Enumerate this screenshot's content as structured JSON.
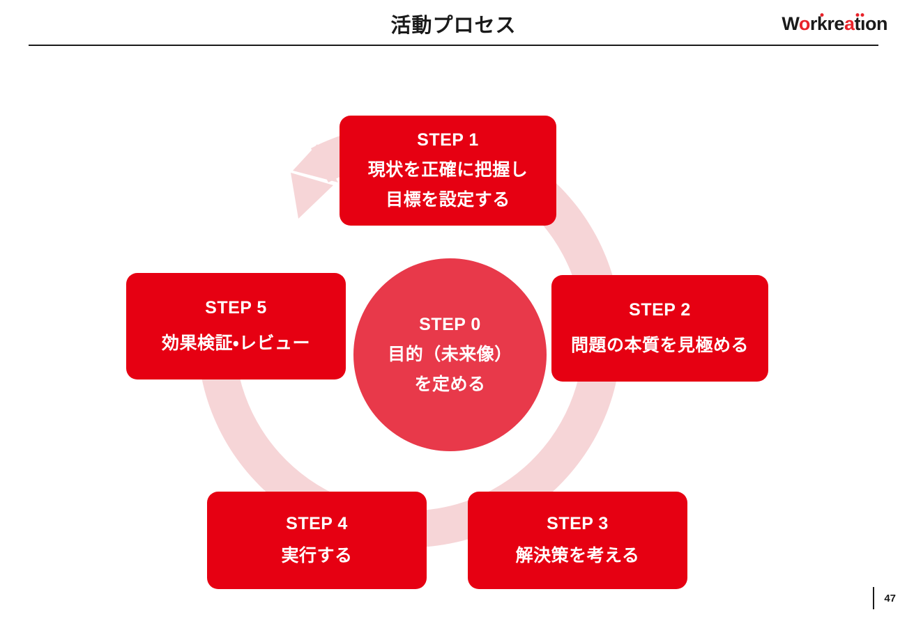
{
  "header": {
    "title": "活動プロセス",
    "rule_color": "#1a1a1a"
  },
  "logo": {
    "full_text": "Workreation",
    "parts": [
      {
        "text": "W",
        "color": "black"
      },
      {
        "text": "o",
        "color": "red"
      },
      {
        "text": "rk",
        "color": "black"
      },
      {
        "text": "re",
        "color": "black"
      },
      {
        "text": "a",
        "color": "red"
      },
      {
        "text": "t",
        "color": "black"
      },
      {
        "text": "i",
        "color": "black"
      },
      {
        "text": "on",
        "color": "black"
      }
    ],
    "accent_color": "#E8232A",
    "base_color": "#1a1a1a"
  },
  "colors": {
    "step_box_red": "#E60012",
    "center_circle_red": "#E8394A",
    "ring_pink": "#F6D5D7",
    "text_white": "#FFFFFF"
  },
  "diagram": {
    "type": "cycle",
    "direction": "clockwise",
    "center": {
      "name": "step-0",
      "label": "STEP 0",
      "lines": [
        "目的（未来像）",
        "を定める"
      ]
    },
    "steps": [
      {
        "name": "step-1",
        "label": "STEP 1",
        "lines": [
          "現状を正確に把握し",
          "目標を設定する"
        ],
        "position": "top"
      },
      {
        "name": "step-2",
        "label": "STEP 2",
        "lines": [
          "問題の本質を見極める"
        ],
        "position": "right"
      },
      {
        "name": "step-3",
        "label": "STEP 3",
        "lines": [
          "解決策を考える"
        ],
        "position": "bottom-right"
      },
      {
        "name": "step-4",
        "label": "STEP 4",
        "lines": [
          "実行する"
        ],
        "position": "bottom-left"
      },
      {
        "name": "step-5",
        "label": "STEP 5",
        "lines": [
          "効果検証・レビュー"
        ],
        "position": "left"
      }
    ],
    "arrow": {
      "name": "cycle-arrow",
      "description": "light pink circular arrow sweeping clockwise, arrowhead pointing toward STEP 1"
    }
  },
  "footer": {
    "page_number": "47"
  }
}
